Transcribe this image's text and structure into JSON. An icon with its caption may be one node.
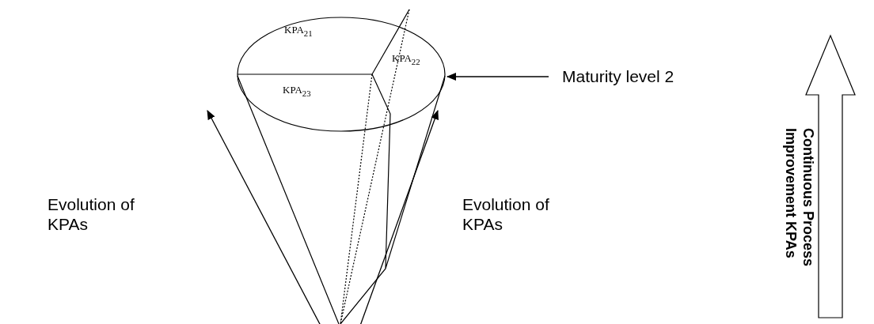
{
  "diagram": {
    "nodes": [
      {
        "text": [],
        "shape": "picture"
      },
      {
        "text": [
          "KPA$_{21}$"
        ],
        "in": 0
      },
      {
        "text": [
          "KPA$_{23}$"
        ],
        "in": 0
      },
      {
        "text": [
          "KPA$_{22}$"
        ],
        "in": 0
      },
      {
        "text": [
          "Maturity level 2"
        ]
      }
    ],
    "edges": [
      {
        "from": 4,
        "to": 0,
        "arrow": "to"
      }
    ],
    "labels": [
      "Evolution of KPAs",
      "Evolution of KPAs",
      "Continuous Process Improvement KPAs"
    ]
  }
}
